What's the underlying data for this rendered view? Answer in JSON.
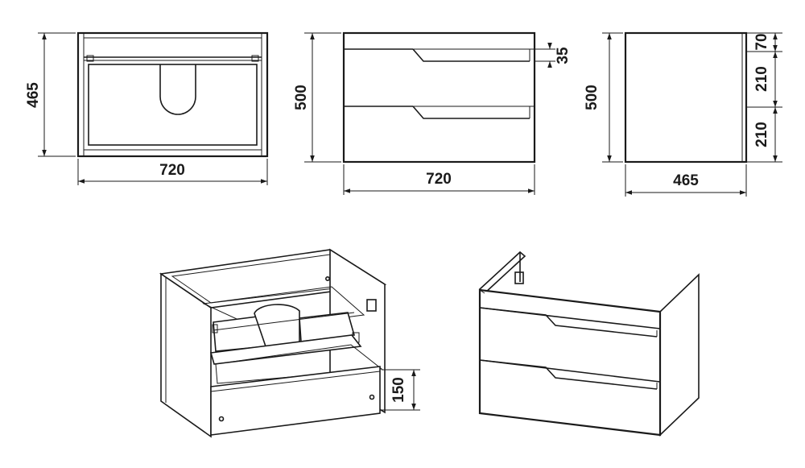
{
  "front_view_open": {
    "width_label": "720",
    "height_label": "465"
  },
  "front_view_closed": {
    "width_label": "720",
    "height_label": "500",
    "gap_label": "35"
  },
  "side_view": {
    "depth_label": "465",
    "height_label": "500",
    "segment_labels": [
      "70",
      "210",
      "210"
    ]
  },
  "iso_open": {
    "drawer_height_label": "150"
  }
}
